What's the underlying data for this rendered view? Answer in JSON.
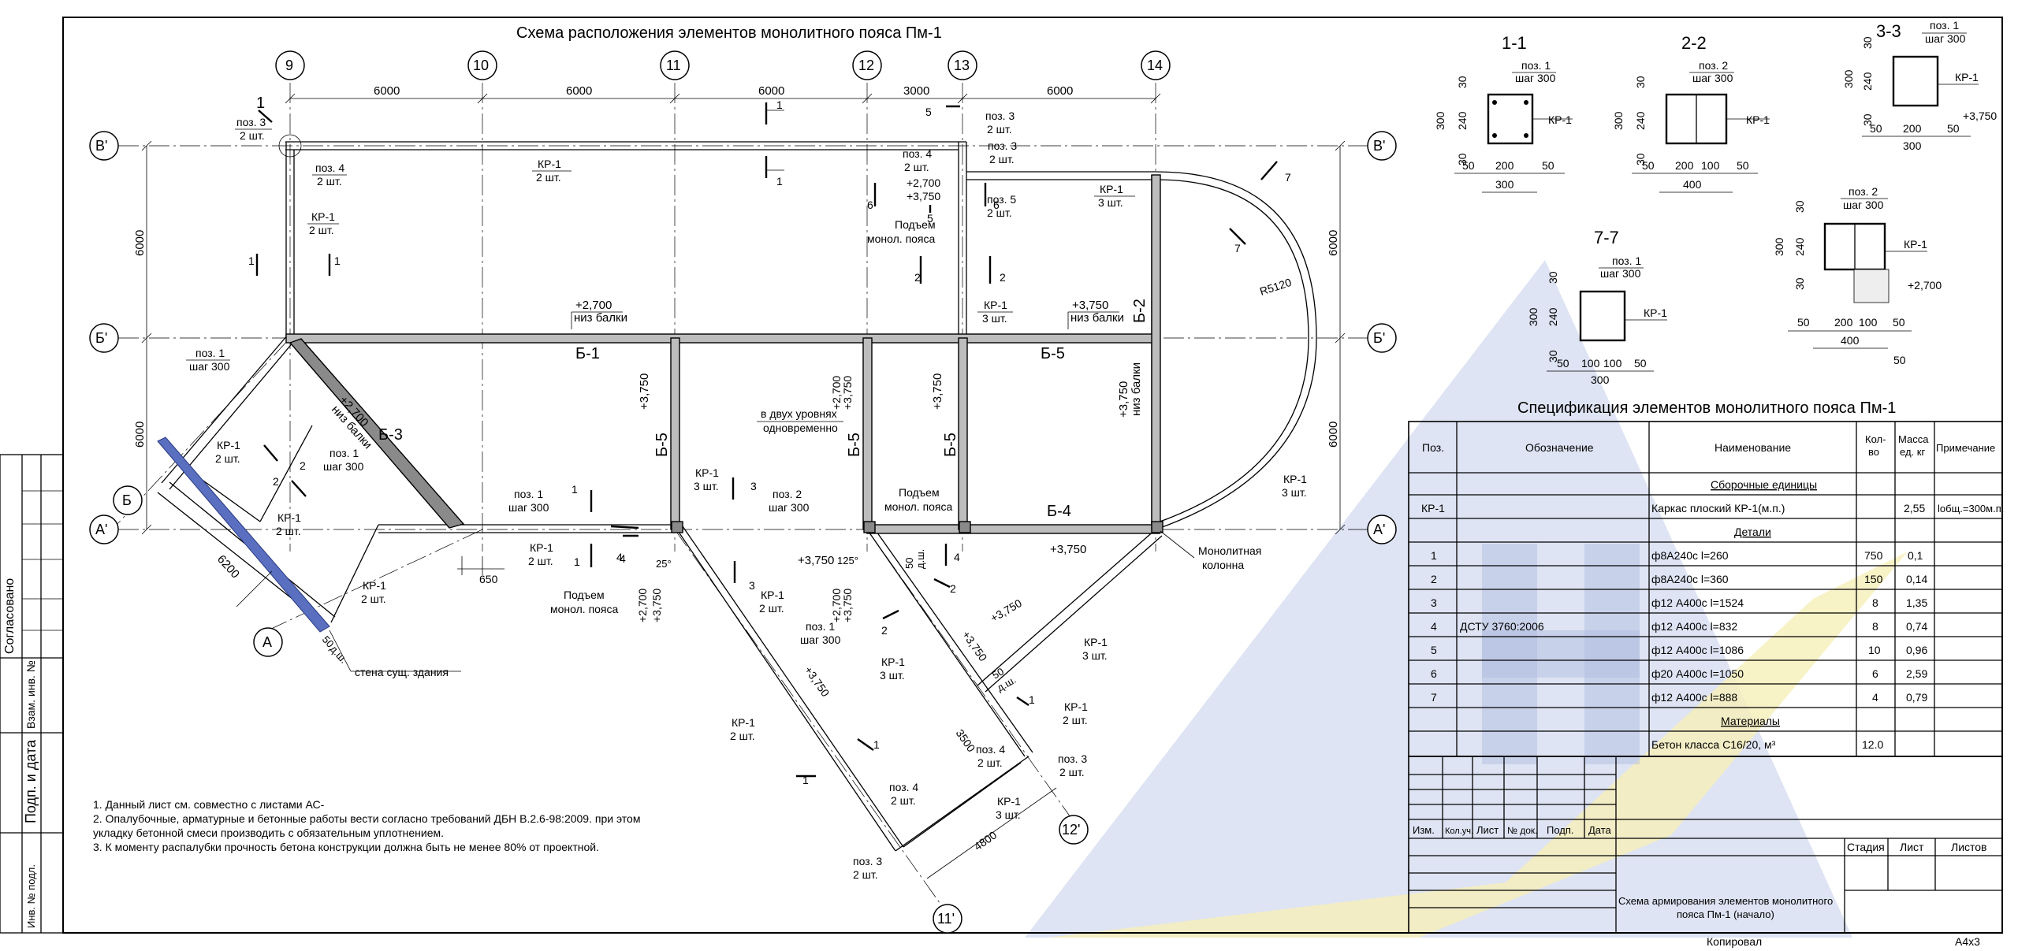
{
  "main_title": "Схема расположения элементов монолитного пояса Пм-1",
  "axes": {
    "cols": [
      "9",
      "10",
      "11",
      "12",
      "13",
      "14"
    ],
    "rows": [
      "В'",
      "Б'",
      "А'"
    ],
    "extra": [
      "Б",
      "А",
      "12'",
      "11'"
    ]
  },
  "dims": {
    "top": [
      "6000",
      "6000",
      "6000",
      "3000",
      "6000"
    ],
    "left": [
      "6000",
      "6000"
    ],
    "right": [
      "6000",
      "6000"
    ],
    "d6200": "6200",
    "d650": "650",
    "d3500": "3500",
    "d4800": "4800",
    "r5120": "R5120",
    "d50": "50",
    "ang25": "25°",
    "ang125": "125°"
  },
  "beams": {
    "b1": "Б-1",
    "b2": "Б-2",
    "b3": "Б-3",
    "b4": "Б-4",
    "b5": "Б-5"
  },
  "marks": {
    "elev2700": "+2,700",
    "elev3750": "+3,750",
    "niz_balki": "низ балки",
    "in_two_levels": "в двух уровнях",
    "simultaneously": "одновременно",
    "rise1": "Подъем",
    "rise2": "монол. пояса",
    "mono_col1": "Монолитная",
    "mono_col2": "колонна",
    "wall": "стена сущ. здания",
    "poz1": "поз. 1",
    "poz2": "поз. 2",
    "poz3": "поз. 3",
    "poz4": "поз. 4",
    "poz5": "поз. 5",
    "shag300": "шаг 300",
    "sht2": "2 шт.",
    "sht3": "3 шт.",
    "kr1": "КР-1",
    "d_sh": "д.ш."
  },
  "section_labels": [
    "1",
    "2",
    "3",
    "4",
    "5",
    "6",
    "7"
  ],
  "sections": {
    "s11": {
      "title": "1-1",
      "poz": "поз. 1",
      "step": "шаг 300",
      "kr": "КР-1",
      "h": [
        "30",
        "240",
        "30"
      ],
      "h_total": "300",
      "w": [
        "50",
        "200",
        "50"
      ],
      "w_total": "300"
    },
    "s22": {
      "title": "2-2",
      "poz": "поз. 2",
      "step": "шаг 300",
      "kr": "КР-1",
      "h": [
        "30",
        "240",
        "30"
      ],
      "h_total": "300",
      "w": [
        "50",
        "200",
        "100",
        "50"
      ],
      "w_total": "400"
    },
    "s33": {
      "title": "3-3",
      "poz": "поз. 1",
      "step": "шаг 300",
      "kr": "КР-1",
      "elev": "+3,750",
      "h": [
        "30",
        "240",
        "30"
      ],
      "h_total": "300",
      "w": [
        "50",
        "200",
        "50"
      ],
      "w_total": "300"
    },
    "s77": {
      "title": "7-7",
      "poz": "поз. 1",
      "step": "шаг 300",
      "kr": "КР-1",
      "h": [
        "30",
        "240",
        "30"
      ],
      "h_total": "300",
      "w": [
        "50",
        "100",
        "100",
        "50"
      ],
      "w_total": "300"
    },
    "s5": {
      "poz": "поз. 2",
      "step": "шаг 300",
      "kr": "КР-1",
      "elev": "+2,700",
      "h": [
        "30",
        "240",
        "30"
      ],
      "h_total": "300",
      "w": [
        "50",
        "200",
        "100",
        "50"
      ],
      "w_total": "400",
      "extra": "50"
    }
  },
  "spec": {
    "title": "Спецификация элементов монолитного пояса Пм-1",
    "headers": [
      "Поз.",
      "Обозначение",
      "Наименование",
      "Кол-\nво",
      "Масса\nед. кг",
      "Примечание"
    ],
    "group1": "Сборочные единицы",
    "row_kr": {
      "poz": "КР-1",
      "name": "Каркас плоский КР-1(м.п.)",
      "mass": "2,55",
      "note": "lобщ.=300м.п."
    },
    "group2": "Детали",
    "standard": "ДСТУ 3760:2006",
    "rows": [
      {
        "poz": "1",
        "name": "ф8А240с l=260",
        "qty": "750",
        "mass": "0,1"
      },
      {
        "poz": "2",
        "name": "ф8А240с l=360",
        "qty": "150",
        "mass": "0,14"
      },
      {
        "poz": "3",
        "name": "ф12 А400с l=1524",
        "qty": "8",
        "mass": "1,35"
      },
      {
        "poz": "4",
        "name": "ф12 А400с l=832",
        "qty": "8",
        "mass": "0,74"
      },
      {
        "poz": "5",
        "name": "ф12 А400с l=1086",
        "qty": "10",
        "mass": "0,96"
      },
      {
        "poz": "6",
        "name": "ф20 А400с l=1050",
        "qty": "6",
        "mass": "2,59"
      },
      {
        "poz": "7",
        "name": "ф12 А400с l=888",
        "qty": "4",
        "mass": "0,79"
      }
    ],
    "group3": "Материалы",
    "row_conc": {
      "name": "Бетон класса С16/20, м³",
      "qty": "12.0"
    }
  },
  "stamp": {
    "cols": [
      "Изм.",
      "Кол.уч.",
      "Лист",
      "№ док.",
      "Подп.",
      "Дата"
    ],
    "stage": "Стадия",
    "sheet": "Лист",
    "sheets": "Листов",
    "name1": "Схема армирования элементов монолитного",
    "name2": "пояса Пм-1 (начало)",
    "copied": "Копировал",
    "format": "А4х3"
  },
  "side": {
    "agreed": "Согласовано",
    "inv_zam": "Взам. инв. №",
    "sign_date": "Подп. и дата",
    "inv_orig": "Инв. № подл."
  },
  "notes": [
    "1.  Данный лист см. совместно с листами АС-",
    "2. Опалубочные, арматурные и бетонные работы вести согласно требований ДБН В.2.6-98:2009. при этом",
    "укладку бетонной смеси производить с обязательным уплотнением.",
    "3. К моменту распалубки прочность бетона конструкции должна быть не менее 80% от проектной."
  ],
  "colors": {
    "watermark_blue": "#c9d3ea",
    "watermark_yellow": "#f4ecb0",
    "highlight": "#fbf5c6",
    "rebar_blue": "#5a6fc0"
  }
}
